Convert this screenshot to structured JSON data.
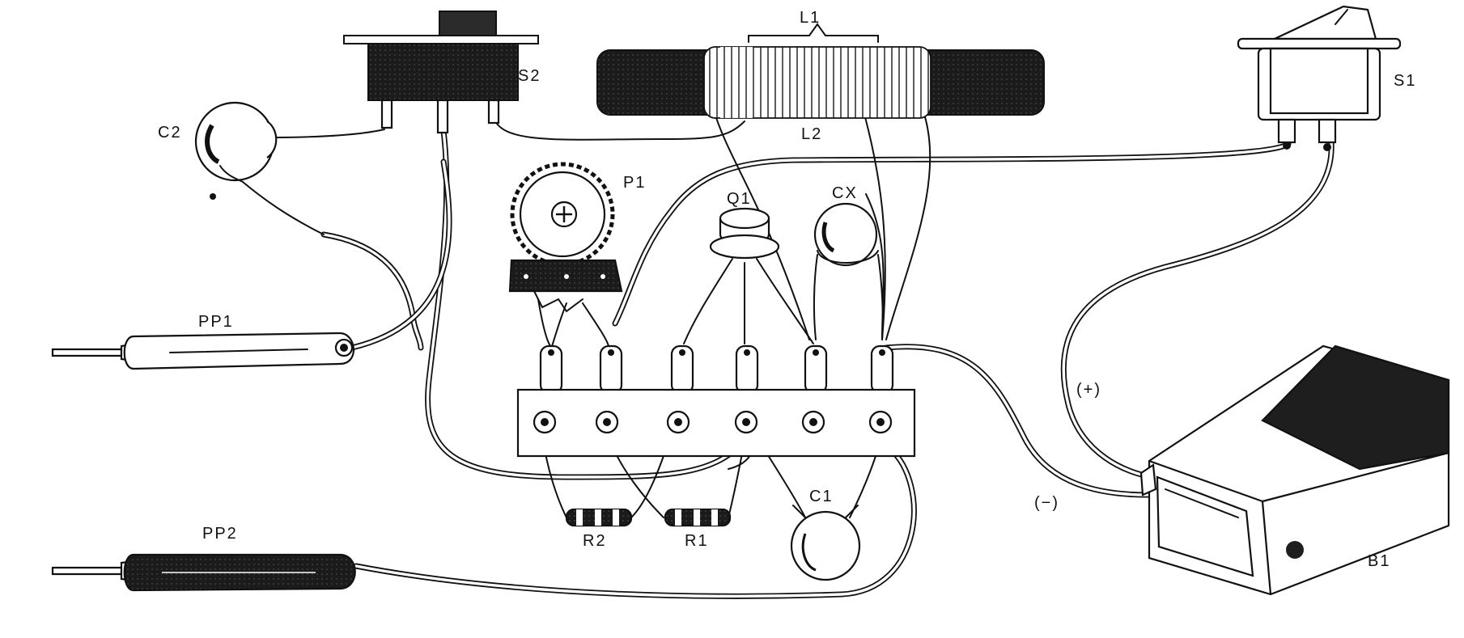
{
  "labels": {
    "l1": "L1",
    "l2": "L2",
    "s1": "S1",
    "s2": "S2",
    "c1": "C1",
    "c2": "C2",
    "cx": "CX",
    "p1": "P1",
    "q1": "Q1",
    "r1": "R1",
    "r2": "R2",
    "b1": "B1",
    "pp1": "PP1",
    "pp2": "PP2",
    "plus": "(+)",
    "minus": "(−)"
  },
  "colors": {
    "ink": "#111111",
    "paper": "#ffffff",
    "dark_fill": "#1e1e1e"
  }
}
